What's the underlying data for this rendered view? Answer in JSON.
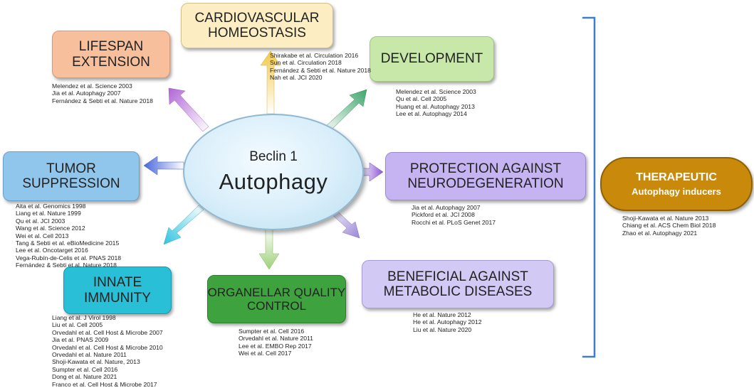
{
  "center": {
    "line1": "Beclin 1",
    "line2": "Autophagy"
  },
  "boxes": {
    "cardio": {
      "lines": [
        "CARDIOVASCULAR",
        "HOMEOSTASIS"
      ],
      "color": "#fdedc2"
    },
    "lifespan": {
      "lines": [
        "LIFESPAN",
        "EXTENSION"
      ],
      "color": "#f8bf9c"
    },
    "development": {
      "lines": [
        "DEVELOPMENT"
      ],
      "color": "#c7e8a9"
    },
    "tumor": {
      "lines": [
        "TUMOR",
        "SUPPRESSION"
      ],
      "color": "#91c6ec"
    },
    "neuro": {
      "lines": [
        "PROTECTION AGAINST",
        "NEURODEGENERATION"
      ],
      "color": "#c6b4f2"
    },
    "innate": {
      "lines": [
        "INNATE",
        "IMMUNITY"
      ],
      "color": "#29bfd6"
    },
    "organellar": {
      "lines": [
        "ORGANELLAR QUALITY",
        "CONTROL"
      ],
      "color": "#3ea33e"
    },
    "metabolic": {
      "lines": [
        "BENEFICIAL AGAINST",
        "METABOLIC DISEASES"
      ],
      "color": "#d3c9f5"
    }
  },
  "therapeutic": {
    "line1": "THERAPEUTIC",
    "line2": "Autophagy inducers",
    "color": "#c98a0b"
  },
  "refs": {
    "cardio": [
      "Shirakabe et al. Circulation 2016",
      "Sun et al. Circulation 2018",
      "Fernández & Sebti et al. Nature 2018",
      "Nah et al. JCI 2020"
    ],
    "lifespan": [
      "Melendez et al. Science 2003",
      "Jia et al. Autophagy 2007",
      "Fernández & Sebti et al. Nature 2018"
    ],
    "development": [
      "Melendez et al. Science 2003",
      "Qu et al. Cell 2005",
      "Huang et al. Autophagy 2013",
      "Lee et al. Autophagy 2014"
    ],
    "tumor": [
      "Aita et al. Genomics 1998",
      "Liang et al. Nature 1999",
      "Qu et al. JCI 2003",
      "Wang et al. Science 2012",
      "Wei et al. Cell 2013",
      "Tang & Sebti et al. eBioMedicine 2015",
      "Lee et al. Oncotarget 2016",
      "Vega-Rubín-de-Celis et al. PNAS 2018",
      "Fernández & Sebti et al. Nature 2018"
    ],
    "neuro": [
      "Jia et al. Autophagy 2007",
      "Pickford et al. JCI 2008",
      "Rocchi et al. PLoS Genet 2017"
    ],
    "innate": [
      "Liang et al. J Virol 1998",
      "Liu et al. Cell 2005",
      "Orvedahl et al. Cell Host & Microbe 2007",
      "Jia et al. PNAS 2009",
      "Orvedahl et al. Cell Host & Microbe 2010",
      "Orvedahl et al. Nature 2011",
      "Shoji-Kawata et al. Nature, 2013",
      "Sumpter et al. Cell 2016",
      "Dong et al. Nature 2021",
      "Franco et al. Cell Host & Microbe 2017"
    ],
    "organellar": [
      "Sumpter et al. Cell 2016",
      "Orvedahl et al. Nature 2011",
      "Lee et al. EMBO Rep 2017",
      "Wei et al. Cell 2017"
    ],
    "metabolic": [
      "He et al. Nature 2012",
      "He et al. Autophagy 2012",
      "Liu et al. Nature 2020"
    ],
    "therapeutic": [
      "Shoji-Kawata et al. Nature 2013",
      "Chiang et al. ACS Chem Biol 2018",
      "Zhao et al. Autophagy 2021"
    ]
  },
  "arrow_colors": {
    "up": "#f2c94a",
    "up_left": "#b066d6",
    "up_right": "#3fa66b",
    "left": "#4a67d9",
    "right": "#8a57d4",
    "down_left": "#2fc4e0",
    "down": "#9ed17a",
    "down_right": "#9a86d6"
  },
  "bracket_color": "#3f7fc8"
}
